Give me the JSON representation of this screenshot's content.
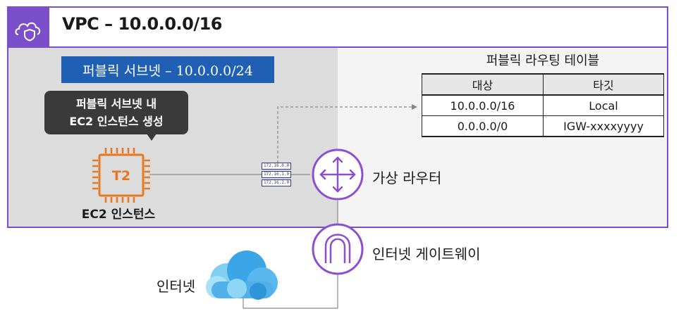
{
  "vpc": {
    "title": "VPC – 10.0.0.0/16"
  },
  "subnet": {
    "label": "퍼블릭 서브넷 – 10.0.0.0/24"
  },
  "callout": {
    "line1": "퍼블릭 서브넷 내",
    "line2": "EC2 인스턴스 생성"
  },
  "ec2": {
    "chip_text": "T2",
    "label": "EC2 인스턴스"
  },
  "router": {
    "label": "가상 라우터",
    "prefixes": [
      "172.16.0.0",
      "172.16.1.0",
      "172.16.2.0"
    ]
  },
  "igw": {
    "label": "인터넷 게이트웨이"
  },
  "internet": {
    "label": "인터넷"
  },
  "route_table": {
    "title": "퍼블릭 라우팅 테이블",
    "headers": [
      "대상",
      "타깃"
    ],
    "rows": [
      [
        "10.0.0.0/16",
        "Local"
      ],
      [
        "0.0.0.0/0",
        "IGW-xxxxyyyy"
      ]
    ]
  },
  "colors": {
    "vpc_border": "#7b4fc9",
    "subnet_label_bg": "#1f5fb4",
    "ec2_orange": "#e87722",
    "router_purple": "#8c4fcf",
    "cloud_blue": "#3aa6e8"
  }
}
